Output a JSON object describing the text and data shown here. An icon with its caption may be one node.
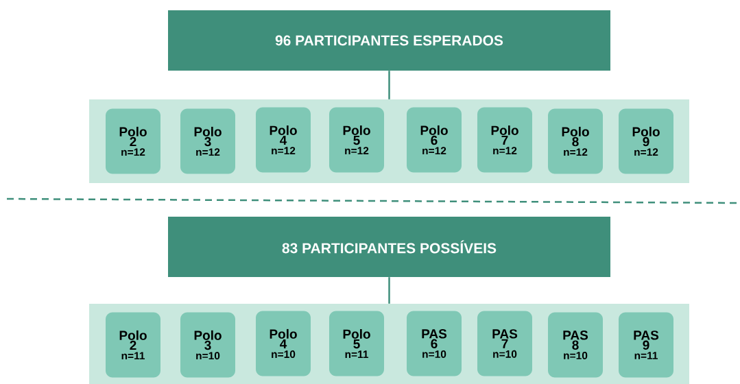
{
  "diagram": {
    "nodes": [
      {
        "text": [
          "96 PARTICIPANTES ESPERADOS"
        ]
      },
      {
        "text": [],
        "shape": "box"
      },
      {
        "text": [
          "Polo 2",
          "n=12"
        ],
        "in": 1
      },
      {
        "text": [
          "Polo 3",
          "n=12"
        ],
        "in": 1
      },
      {
        "text": [
          "Polo 4",
          "n=12"
        ],
        "in": 1
      },
      {
        "text": [
          "Polo 5",
          "n=12"
        ],
        "in": 1
      },
      {
        "text": [
          "Polo 6",
          "n=12"
        ],
        "in": 1
      },
      {
        "text": [
          "Polo 7",
          "n=12"
        ],
        "in": 1
      },
      {
        "text": [
          "Polo 8",
          "n=12"
        ],
        "in": 1
      },
      {
        "text": [
          "Polo 9",
          "n=12"
        ],
        "in": 1
      },
      {
        "text": [
          "83 PARTICIPANTES POSSÍVEIS"
        ]
      },
      {
        "text": [],
        "shape": "box"
      },
      {
        "text": [
          "Polo 2",
          "n=11"
        ],
        "in": 11
      },
      {
        "text": [
          "Polo 3",
          "n=10"
        ],
        "in": 11
      },
      {
        "text": [
          "Polo 4",
          "n=10"
        ],
        "in": 11
      },
      {
        "text": [
          "Polo 5",
          "n=11"
        ],
        "in": 11
      },
      {
        "text": [
          "PAS 6",
          "n=10"
        ],
        "in": 11
      },
      {
        "text": [
          "PAS 7",
          "n=10"
        ],
        "in": 11
      },
      {
        "text": [
          "PAS 8",
          "n=10"
        ],
        "in": 11
      },
      {
        "text": [
          "PAS 9",
          "n=11"
        ],
        "in": 11
      }
    ],
    "edges": [
      {
        "from": 0,
        "to": 1,
        "arrow": "none"
      },
      {
        "from": 10,
        "to": 11,
        "arrow": "none"
      }
    ]
  }
}
